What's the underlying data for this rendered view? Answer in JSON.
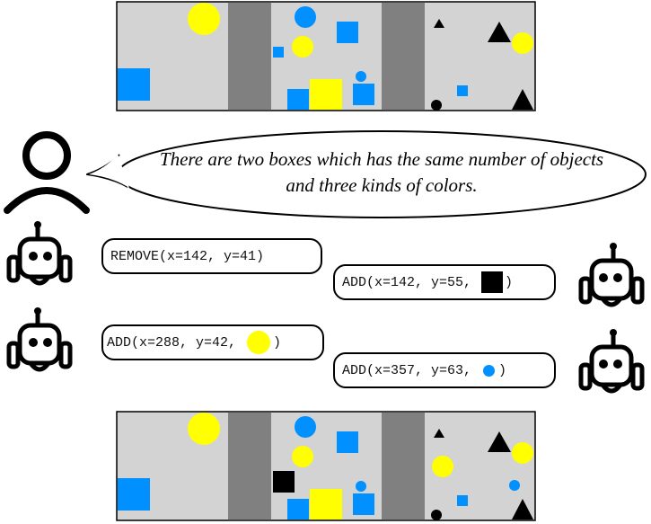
{
  "speech_text": "There are two boxes which has the same number of objects and three kinds of colors.",
  "colors": {
    "box_light": "#d3d3d3",
    "box_dark": "#808080",
    "yellow": "#ffff00",
    "blue": "#0090ff",
    "black": "#000000"
  },
  "actions": [
    {
      "text_before": "REMOVE(x=142, y=41)",
      "swatch": null,
      "text_after": ""
    },
    {
      "text_before": "ADD(x=142, y=55, ",
      "swatch": {
        "shape": "square",
        "color": "black"
      },
      "text_after": ")"
    },
    {
      "text_before": "ADD(x=288, y=42, ",
      "swatch": {
        "shape": "circle",
        "color": "yellow"
      },
      "text_after": ")"
    },
    {
      "text_before": "ADD(x=357, y=63, ",
      "swatch": {
        "shape": "circle",
        "color": "blue"
      },
      "text_after": ")"
    }
  ],
  "icons": [
    "person-icon",
    "robot-icon",
    "robot-icon",
    "robot-icon",
    "robot-icon"
  ]
}
